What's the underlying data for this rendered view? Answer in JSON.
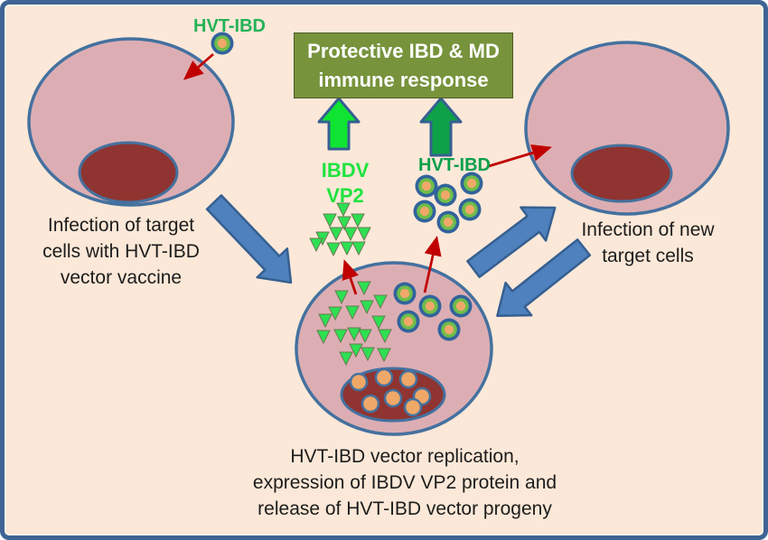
{
  "diagram": {
    "labels": {
      "vaccine_virion": "HVT-IBD",
      "immune_box_line1": "Protective IBD & MD",
      "immune_box_line2": "immune response",
      "ibdv_line1": "IBDV",
      "ibdv_line2": "VP2",
      "progeny_virions": "HVT-IBD"
    },
    "captions": {
      "left": [
        "Infection of target",
        "cells with HVT-IBD",
        "vector vaccine"
      ],
      "right": [
        "Infection of new",
        "target cells"
      ],
      "bottom": [
        "HVT-IBD vector replication,",
        "expression of IBDV VP2 protein and",
        "release of HVT-IBD vector progeny"
      ]
    },
    "counts": {
      "free_vp2_triangles": 12,
      "cell_vp2_triangles": 17,
      "free_virions": 6,
      "cell_virions": 5,
      "nucleus_capsids": 7,
      "cells": 3
    },
    "icons": {
      "hvt_ibd_virion": "concentric-circles-blue-green-orange",
      "vp2_protein": "small-green-triangle",
      "release_arrow": "thin-red-arrow",
      "flow_arrow": "blue-block-arrow",
      "immune_arrow": "green-block-arrow"
    },
    "colors": {
      "background": "#FBE8D8",
      "frame_blue": "#3D6495",
      "cell_fill": "#DCAEB3",
      "cell_stroke": "#44719F",
      "nucleus_fill": "#8F3431",
      "box_fill": "#77933C",
      "box_text": "#FFFFFF",
      "bright_green": "#0FE432",
      "dark_green": "#0FA148",
      "label_green_bright": "#1FE33F",
      "hvt_label_green": "#25B258",
      "progeny_label_green": "#0A9F4C",
      "blue_arrow": "#4E81BD",
      "blue_arrow_stroke": "#365F91",
      "red_arrow": "#C00000",
      "virion_ring": "#31639C",
      "virion_green": "#6EBE4A",
      "virion_core": "#F0A868",
      "triangle_green": "#2DE052"
    }
  }
}
